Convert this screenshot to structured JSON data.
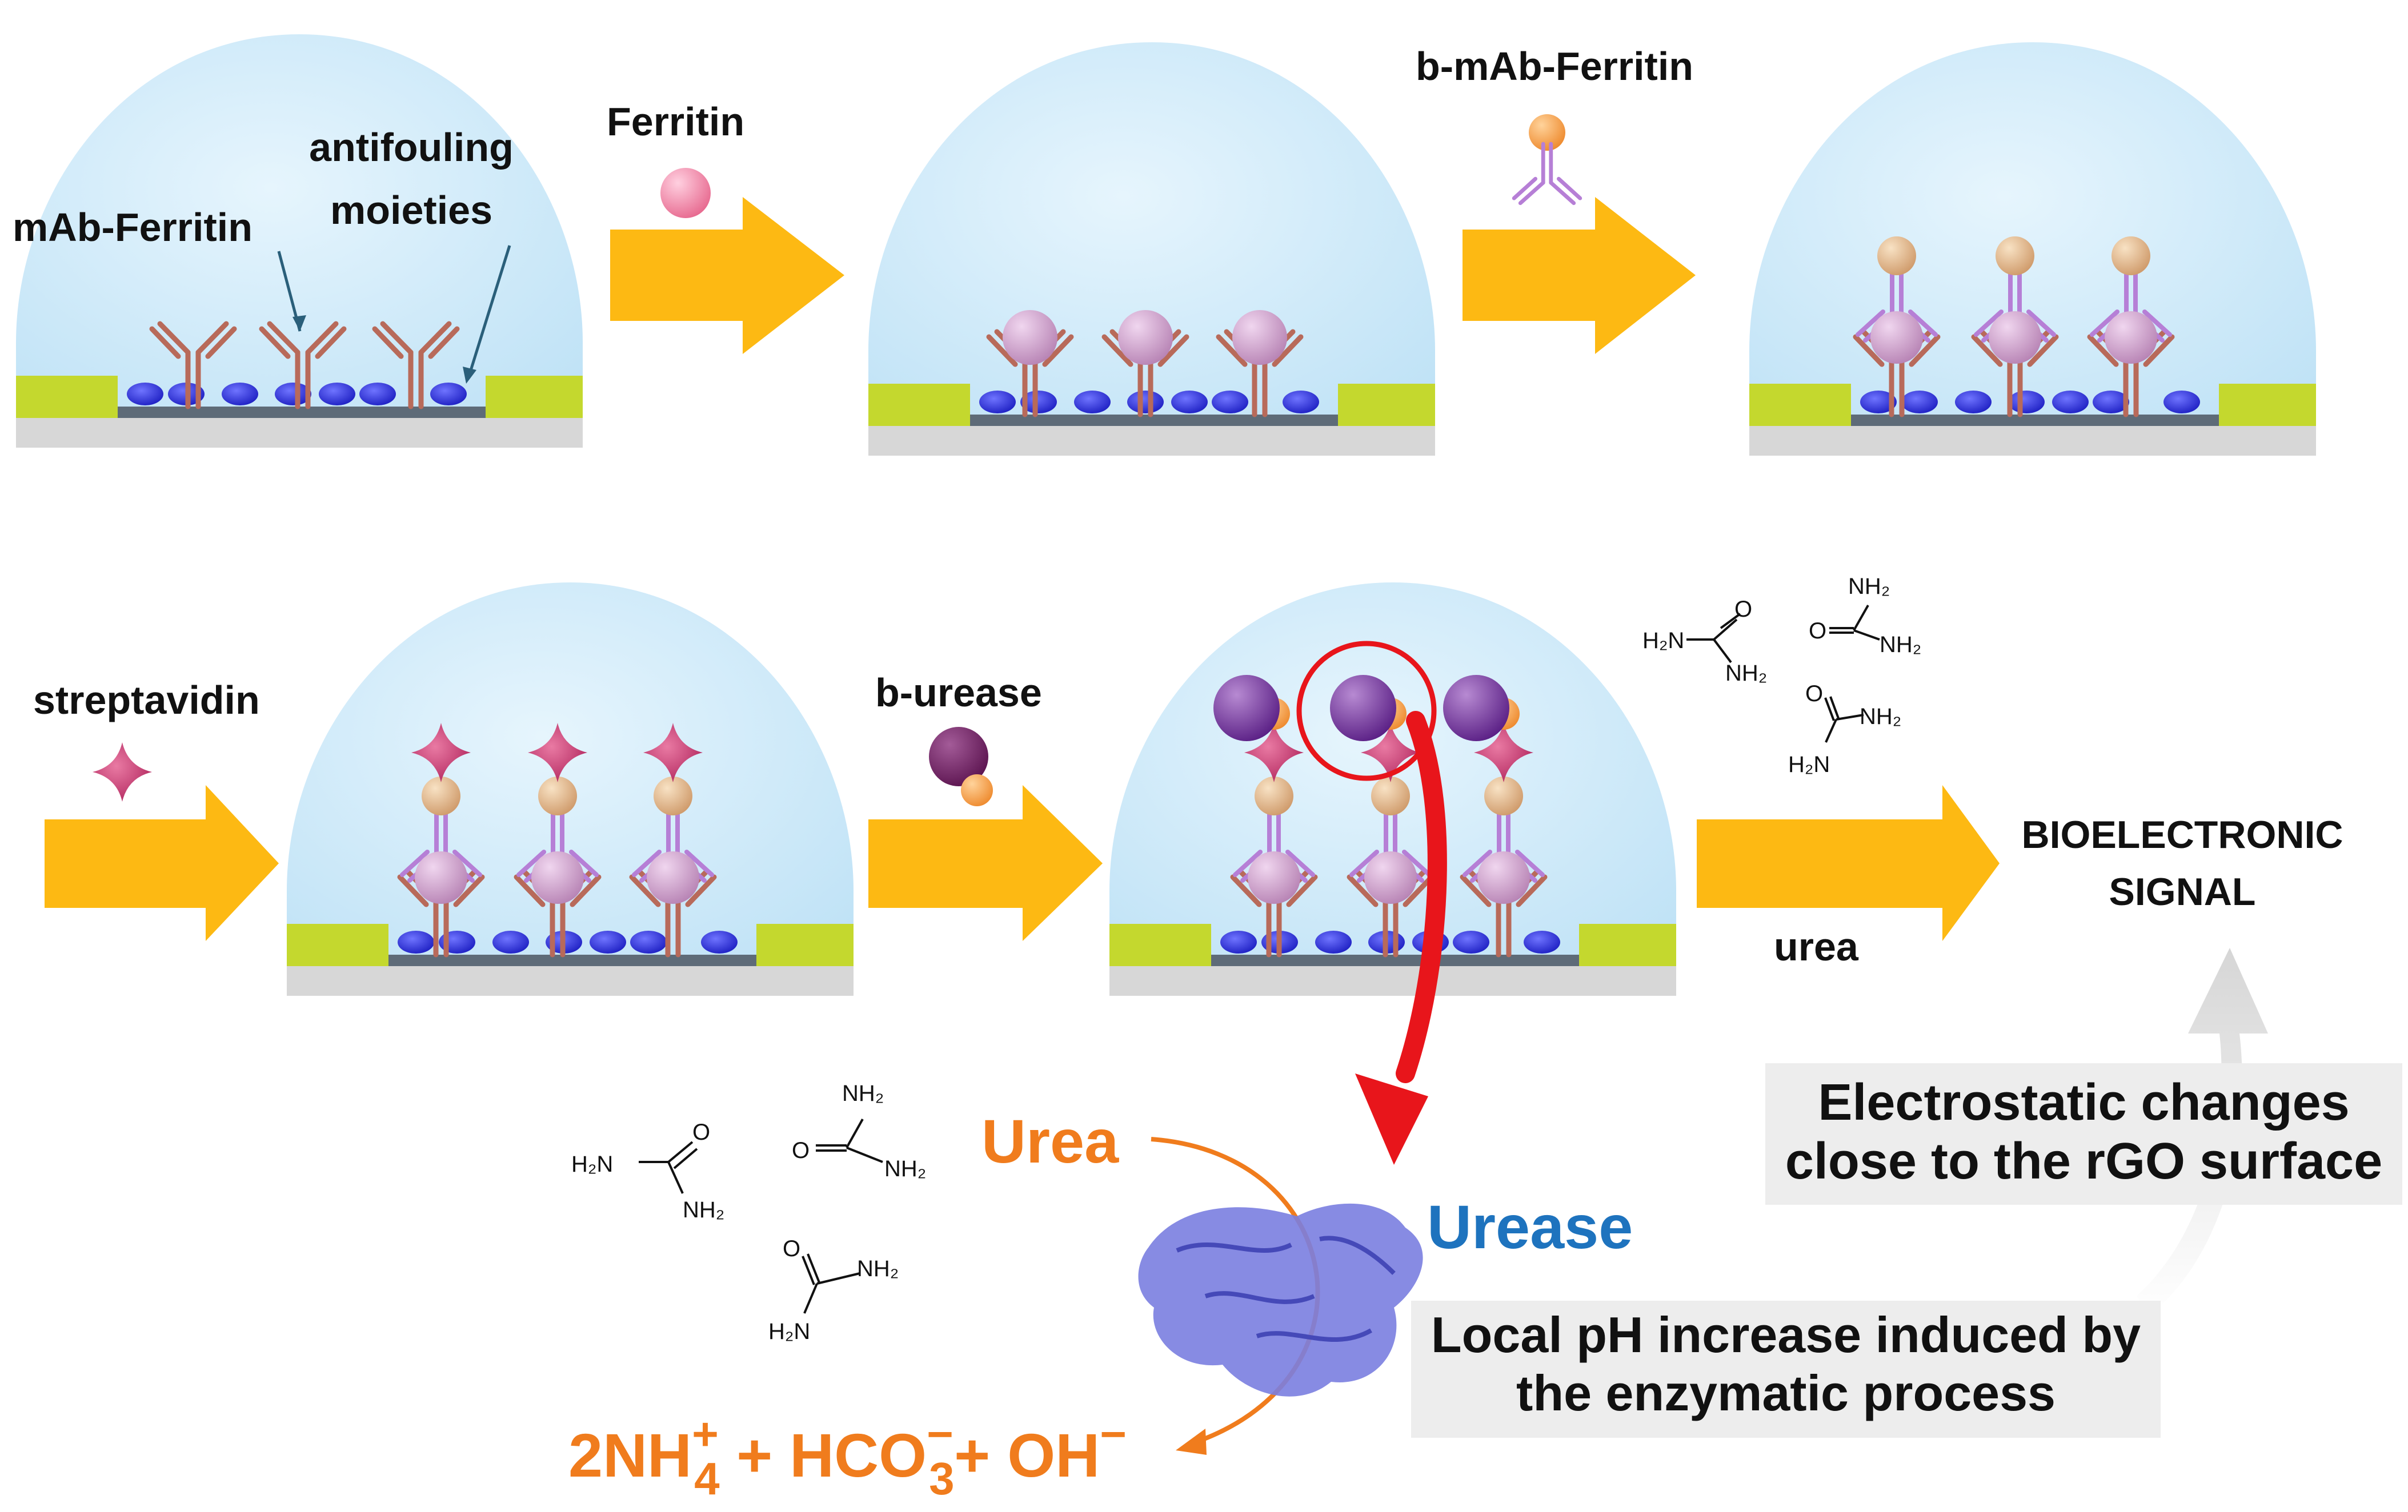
{
  "labels": {
    "mab_ferritin": "mAb-Ferritin",
    "antifouling": "antifouling",
    "moieties": "moieties",
    "ferritin": "Ferritin",
    "b_mab_ferritin": "b-mAb-Ferritin",
    "streptavidin": "streptavidin",
    "b_urease": "b-urease",
    "urea_step": "urea",
    "bioelectronic_line1": "BIOELECTRONIC",
    "bioelectronic_line2": "SIGNAL",
    "electrostatic_line1": "Electrostatic changes",
    "electrostatic_line2": "close to the rGO surface",
    "ph_line1": "Local pH increase induced by",
    "ph_line2": "the enzymatic process",
    "urea_orange": "Urea",
    "urease_blue": "Urease",
    "products": {
      "p1": "2NH",
      "p1_sup": "+",
      "p1_sub": "4",
      "p2": " + HCO",
      "p2_sup": "−",
      "p2_sub": "3",
      "p3": "+ OH",
      "p3_sup": "−"
    }
  },
  "chem_labels": {
    "h2n": "H₂N",
    "nh2": "NH₂",
    "o": "O"
  },
  "colors": {
    "dome": "#d4ecf9",
    "arrow": "#fdb913",
    "electrode_pad": "#c4d82e",
    "antifouling": "#2a2ed6",
    "antibody": "#b86a5a",
    "ferritin": "#c898c4",
    "biotin": "#e8b88a",
    "b_antibody": "#b67fd6",
    "streptavidin": "#c9376e",
    "urease_sphere": "#7a36a2",
    "orange_text": "#f07c1d",
    "blue_text": "#1e73be",
    "red_arrow": "#e8151b"
  }
}
